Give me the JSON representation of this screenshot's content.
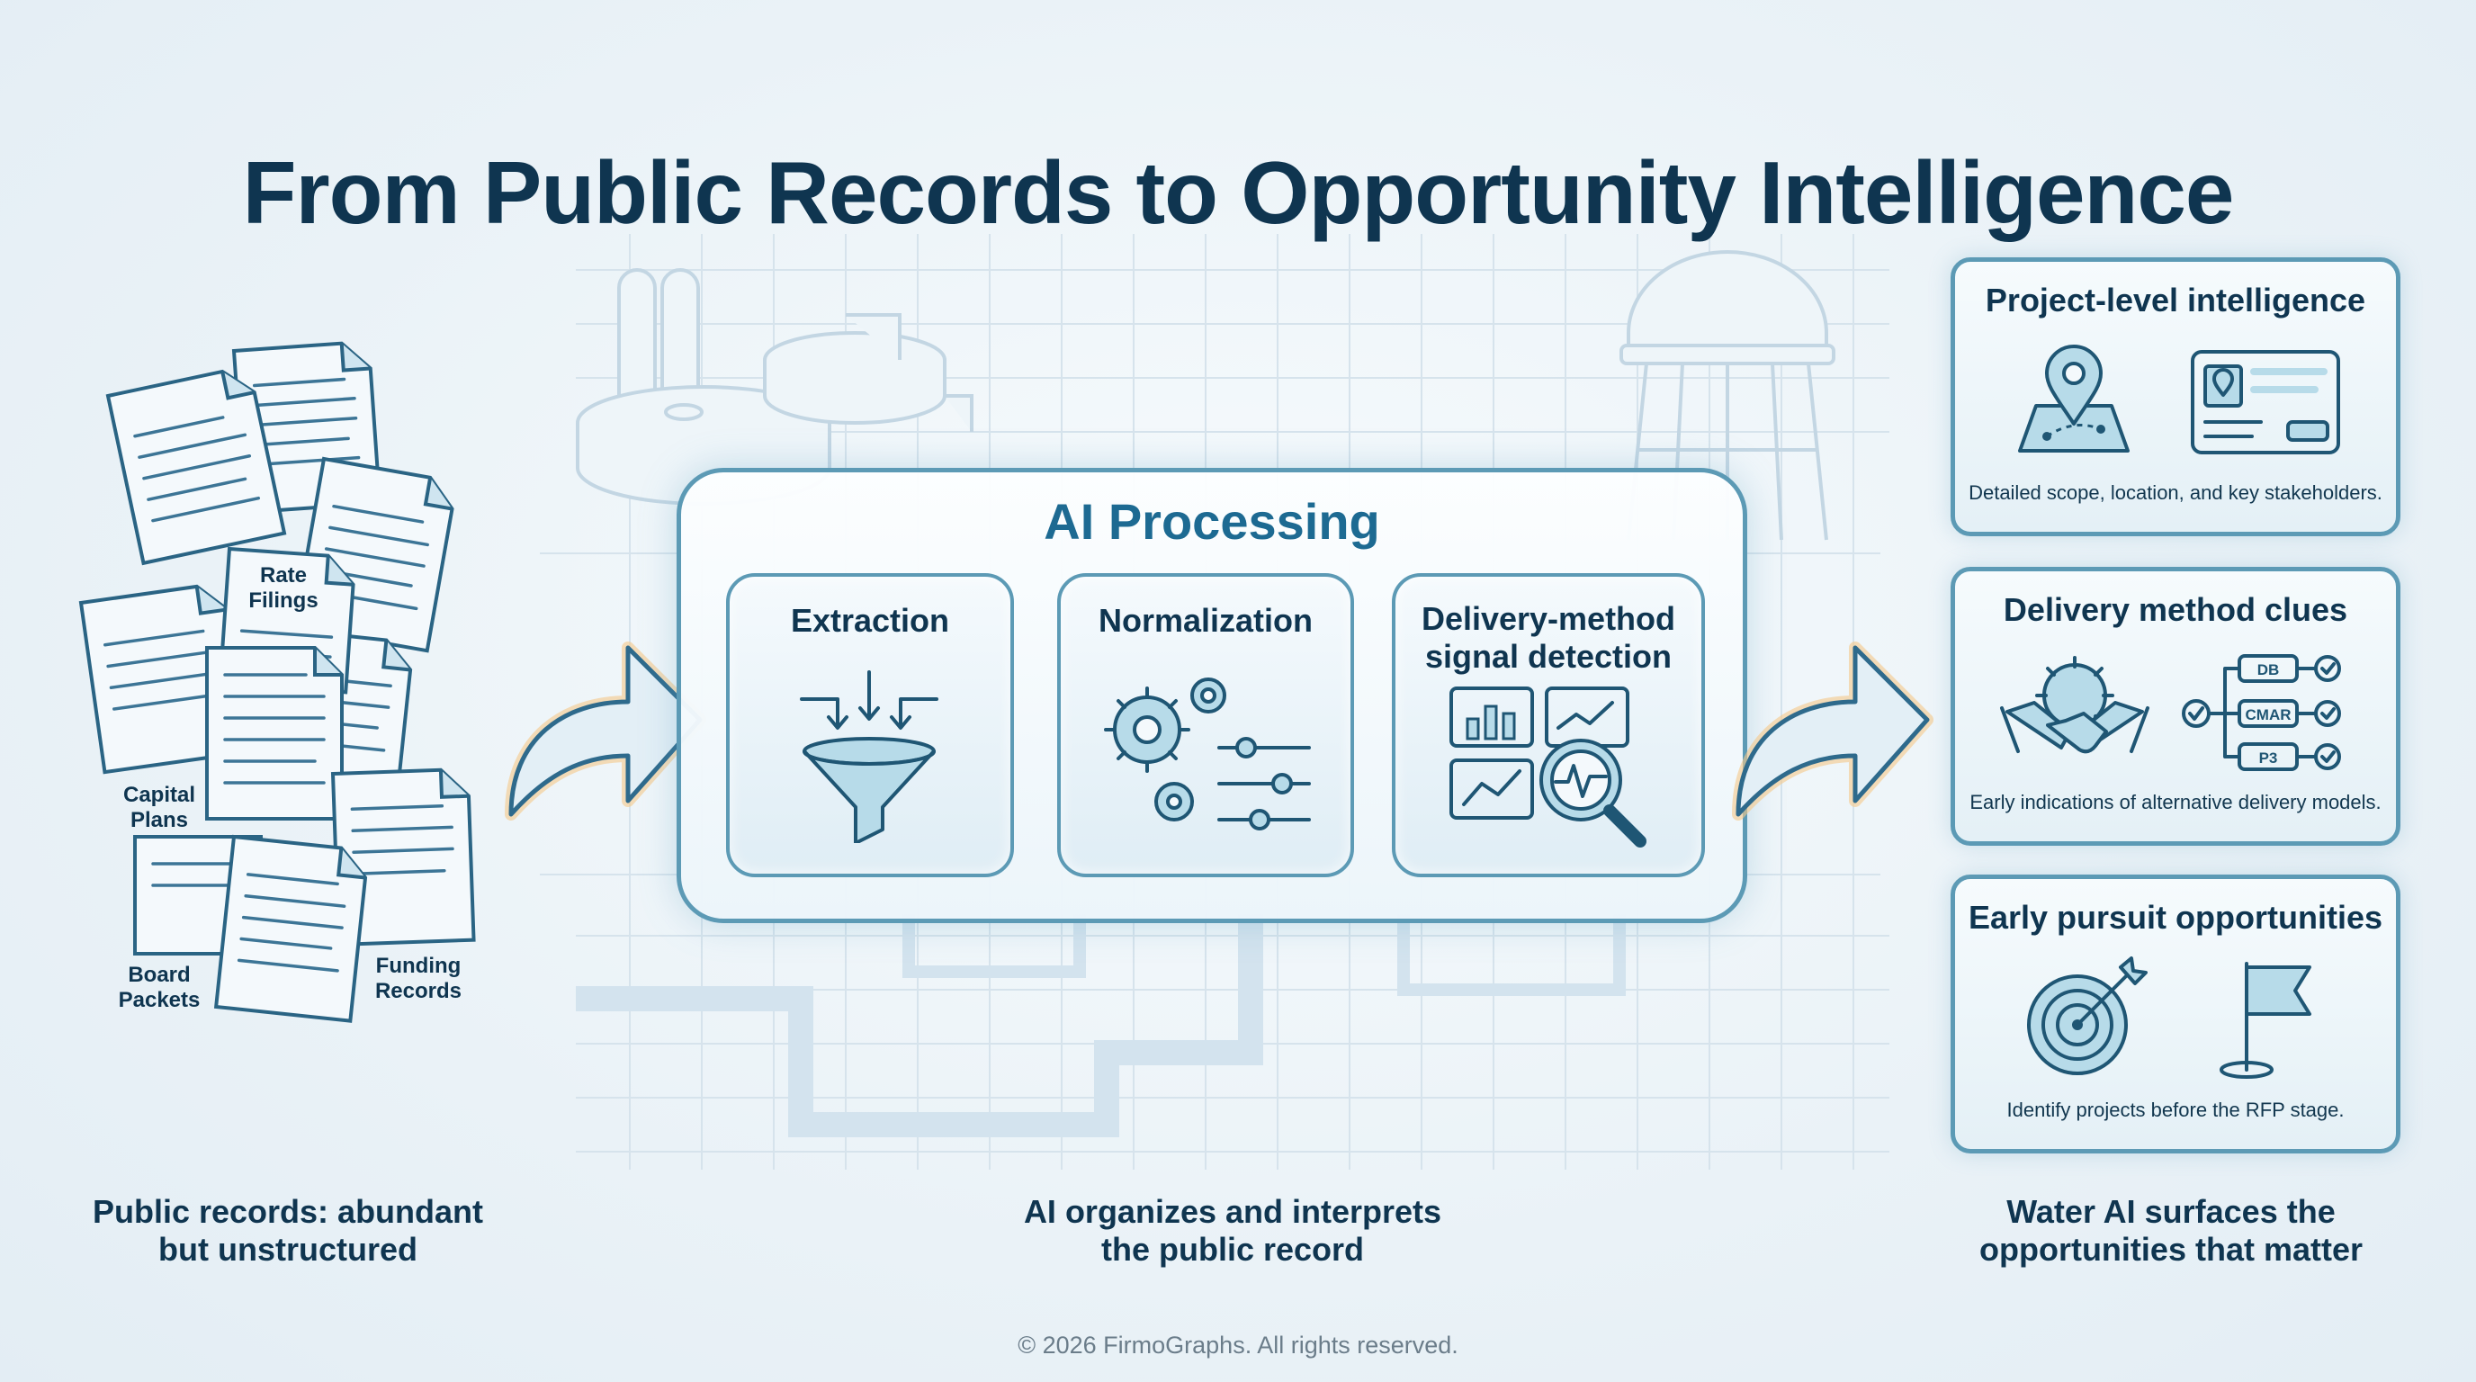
{
  "title": "From Public Records to Opportunity Intelligence",
  "documents": {
    "labels": {
      "rate_filings": "Rate Filings",
      "capital_plans": "Capital Plans",
      "board_packets": "Board Packets",
      "funding_records": "Funding Records"
    }
  },
  "ai_processing": {
    "title": "AI Processing",
    "steps": [
      {
        "label": "Extraction",
        "icon": "funnel-icon"
      },
      {
        "label": "Normalization",
        "icon": "gears-sliders-icon"
      },
      {
        "label": "Delivery-method signal detection",
        "icon": "charts-magnifier-icon"
      }
    ]
  },
  "outputs": [
    {
      "title": "Project-level intelligence",
      "description": "Detailed scope, location, and key stakeholders.",
      "icons": [
        "map-pin-icon",
        "id-card-icon"
      ]
    },
    {
      "title": "Delivery method clues",
      "description": "Early indications of alternative delivery models.",
      "icons": [
        "handshake-gear-icon",
        "delivery-options-icon"
      ],
      "options": [
        "DB",
        "CMAR",
        "P3"
      ]
    },
    {
      "title": "Early pursuit opportunities",
      "description": "Identify projects before the RFP stage.",
      "icons": [
        "target-icon",
        "flag-icon"
      ]
    }
  ],
  "captions": {
    "left": "Public records: abundant but unstructured",
    "center": "AI organizes and interprets the public record",
    "right": "Water AI surfaces the opportunities that matter"
  },
  "copyright": "© 2026 FirmoGraphs. All rights reserved.",
  "colors": {
    "title": "#0f3550",
    "accent": "#1d6a92",
    "border": "#5c9ab5",
    "arrow_fill": "#e3eff6",
    "arrow_glow": "#f5c98a",
    "icon_fill": "#b7dbe9"
  }
}
